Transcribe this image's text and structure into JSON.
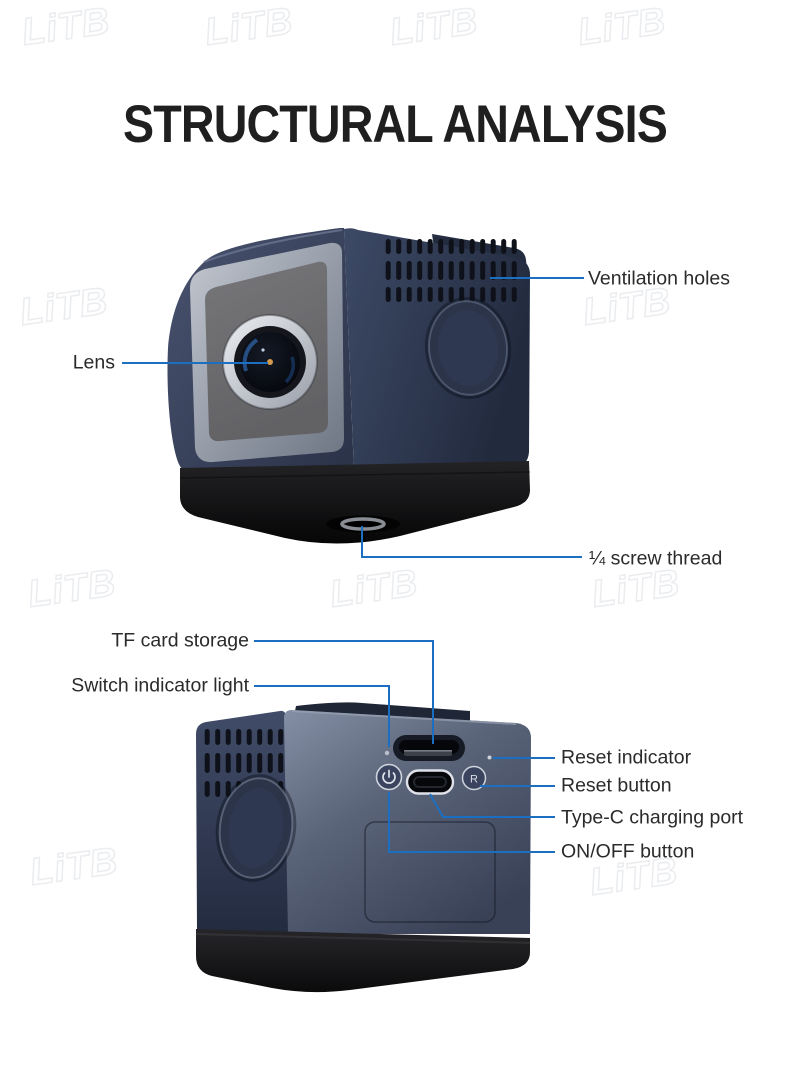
{
  "title": "STRUCTURAL ANALYSIS",
  "watermark_text": "LiTB",
  "colors": {
    "callout_line": "#1c6fc0",
    "title_text": "#1f1f1f",
    "label_text": "#2b2b2b",
    "body_navy": "#323b52",
    "back_face_blue_gray": "#6b7489",
    "base_black": "#121214",
    "lens_ring_silver": "#c9cdd4"
  },
  "front_view": {
    "description": "front-bottom view of cube mini camera",
    "callouts": {
      "ventilation": "Ventilation holes",
      "lens": "Lens",
      "screw_thread": "¼ screw thread"
    }
  },
  "back_view": {
    "description": "rear view of cube mini camera",
    "callouts": {
      "tf_card": "TF card storage",
      "switch_indicator": "Switch indicator light",
      "reset_indicator": "Reset indicator",
      "reset_button": "Reset button",
      "type_c": "Type-C charging port",
      "on_off": "ON/OFF button"
    },
    "reset_glyph": "R"
  }
}
